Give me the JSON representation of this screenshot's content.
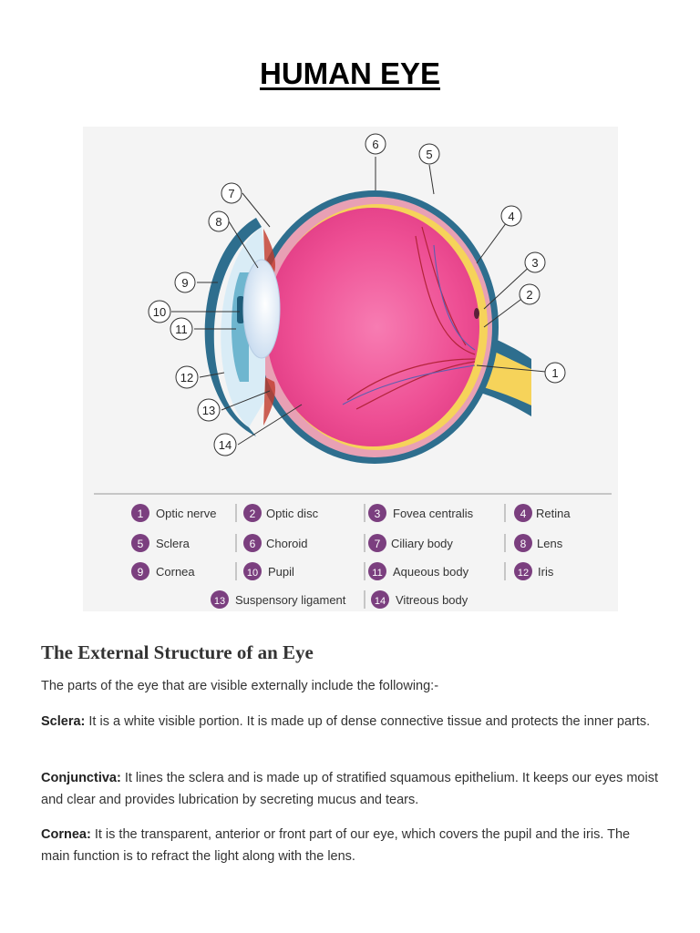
{
  "document": {
    "title": "HUMAN EYE"
  },
  "diagram": {
    "callout_numbers": [
      "1",
      "2",
      "3",
      "4",
      "5",
      "6",
      "7",
      "8",
      "9",
      "10",
      "11",
      "12",
      "13",
      "14"
    ],
    "legend": [
      {
        "num": "1",
        "label": "Optic nerve"
      },
      {
        "num": "2",
        "label": "Optic disc"
      },
      {
        "num": "3",
        "label": "Fovea centralis"
      },
      {
        "num": "4",
        "label": "Retina"
      },
      {
        "num": "5",
        "label": "Sclera"
      },
      {
        "num": "6",
        "label": "Choroid"
      },
      {
        "num": "7",
        "label": "Ciliary body"
      },
      {
        "num": "8",
        "label": "Lens"
      },
      {
        "num": "9",
        "label": "Cornea"
      },
      {
        "num": "10",
        "label": "Pupil"
      },
      {
        "num": "11",
        "label": "Aqueous body"
      },
      {
        "num": "12",
        "label": "Iris"
      },
      {
        "num": "13",
        "label": "Suspensory ligament"
      },
      {
        "num": "14",
        "label": "Vitreous body"
      }
    ],
    "colors": {
      "sclera": "#2e6e8e",
      "choroid": "#e8a0b4",
      "vitreous": "#ef4f95",
      "retina_yellow": "#f6d35a",
      "lens": "#eaf2fb",
      "badge": "#7b3f7f"
    }
  },
  "section": {
    "heading": "The External Structure of an Eye",
    "intro": "The parts of the eye that are visible externally include the following:-",
    "items": [
      {
        "term": "Sclera:",
        "text": " It is a white visible portion. It is made up of dense connective tissue and protects the inner parts."
      },
      {
        "term": "Conjunctiva:",
        "text": " It lines the sclera and is made up of stratified squamous epithelium. It keeps our eyes moist and clear and provides lubrication by secreting mucus and tears."
      },
      {
        "term": "Cornea:",
        "text": " It is the transparent, anterior or front part of our eye, which covers the pupil and the iris. The main function is to refract the light along with the lens."
      }
    ]
  }
}
